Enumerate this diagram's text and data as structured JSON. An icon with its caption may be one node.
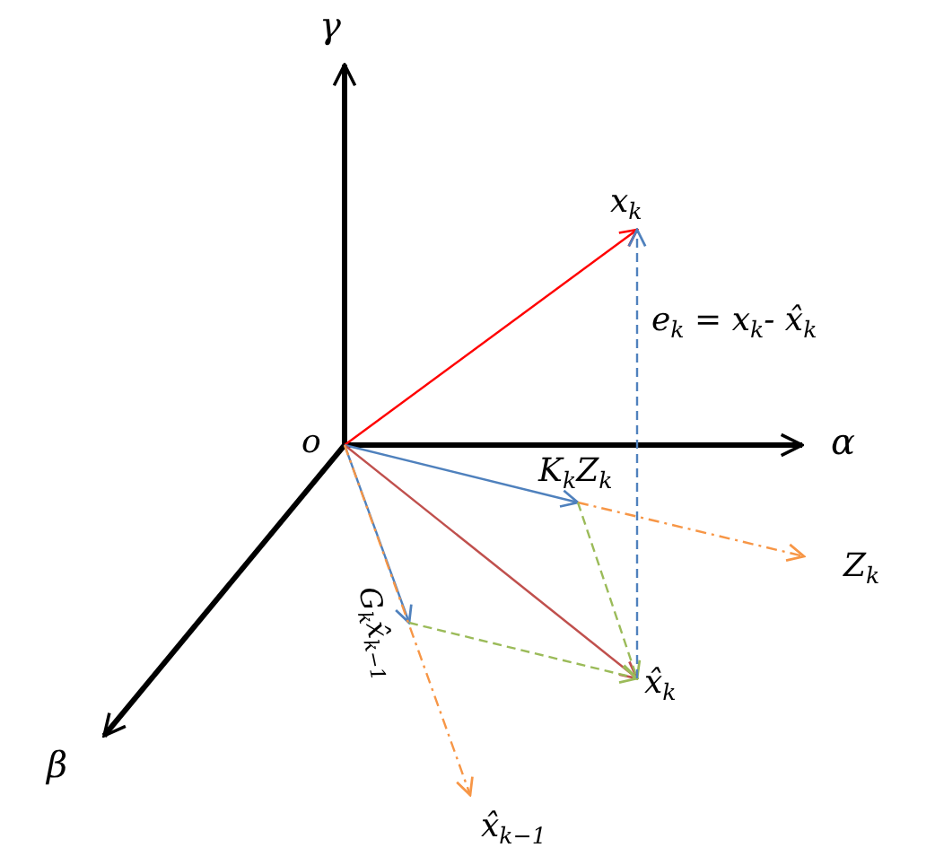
{
  "diagram": {
    "nodes": [
      {
        "text": [
          "o"
        ]
      },
      {
        "text": [
          "x$_{k}$"
        ]
      },
      {
        "text": [
          "K$_{k}$Z$_{k}$"
        ]
      },
      {
        "text": [
          "Z$_{k}$"
        ]
      },
      {
        "text": [
          "x̂$_{k}$"
        ]
      },
      {
        "text": [
          "G$_{k}$x̂$_{k−1}$"
        ]
      },
      {
        "text": [
          "x̂$_{k−1}$"
        ]
      }
    ],
    "edges": [
      {
        "from": 0,
        "to": 1,
        "arrow": "to",
        "color": "#ff0000"
      },
      {
        "from": 0,
        "to": 2,
        "arrow": "to",
        "color": "#4f81bd"
      },
      {
        "from": 0,
        "to": 4,
        "arrow": "to",
        "color": "#c0504d"
      },
      {
        "from": 0,
        "to": 5,
        "arrow": "to",
        "color": "#4f81bd"
      },
      {
        "from": 0,
        "to": 6,
        "arrow": "to",
        "style": "dashed",
        "color": "#f79646"
      },
      {
        "from": 2,
        "to": 3,
        "arrow": "to",
        "style": "dashed",
        "color": "#f79646"
      },
      {
        "from": 2,
        "to": 4,
        "arrow": "to",
        "style": "dashed",
        "color": "#9bbb59"
      },
      {
        "from": 5,
        "to": 4,
        "arrow": "to",
        "style": "dashed",
        "color": "#9bbb59"
      },
      {
        "from": 4,
        "to": 1,
        "arrow": "to",
        "style": "dashed",
        "color": "#4f81bd",
        "label": "e$_{k}$ = x$_{k}$- x̂$_{k}$"
      }
    ],
    "labels": [
      "γ",
      "α",
      "β"
    ]
  }
}
